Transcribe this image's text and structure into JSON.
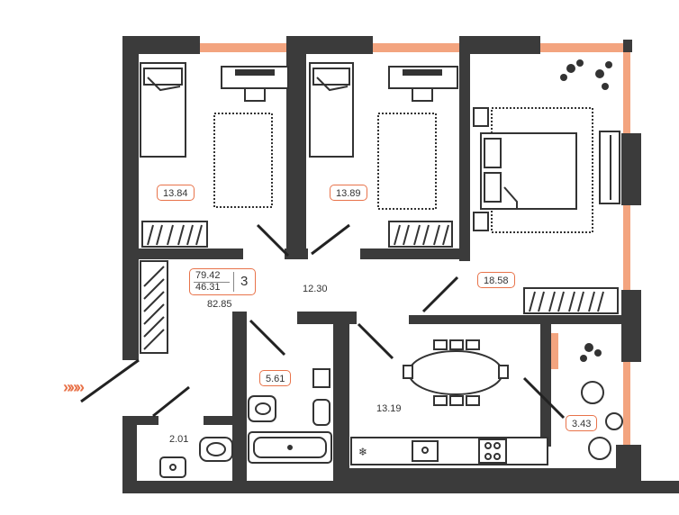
{
  "plan": {
    "rooms": [
      {
        "id": "bedroom-1",
        "area": "13.84"
      },
      {
        "id": "bedroom-2",
        "area": "13.89"
      },
      {
        "id": "bedroom-3",
        "area": "18.58"
      },
      {
        "id": "hall",
        "area": "12.30"
      },
      {
        "id": "bathroom",
        "area": "5.61"
      },
      {
        "id": "toilet",
        "area": "2.01"
      },
      {
        "id": "kitchen-dining",
        "area": "13.19"
      },
      {
        "id": "balcony",
        "area": "3.43"
      }
    ],
    "totals": {
      "living_area": "79.42",
      "kitchen_area": "46.31",
      "rooms_count": "3",
      "total_area": "82.85"
    },
    "entry_marker": "»»»",
    "colors": {
      "wall": "#3b3b3b",
      "accent": "#e8734a",
      "window": "#f3a47f",
      "furniture": "#333333"
    }
  }
}
